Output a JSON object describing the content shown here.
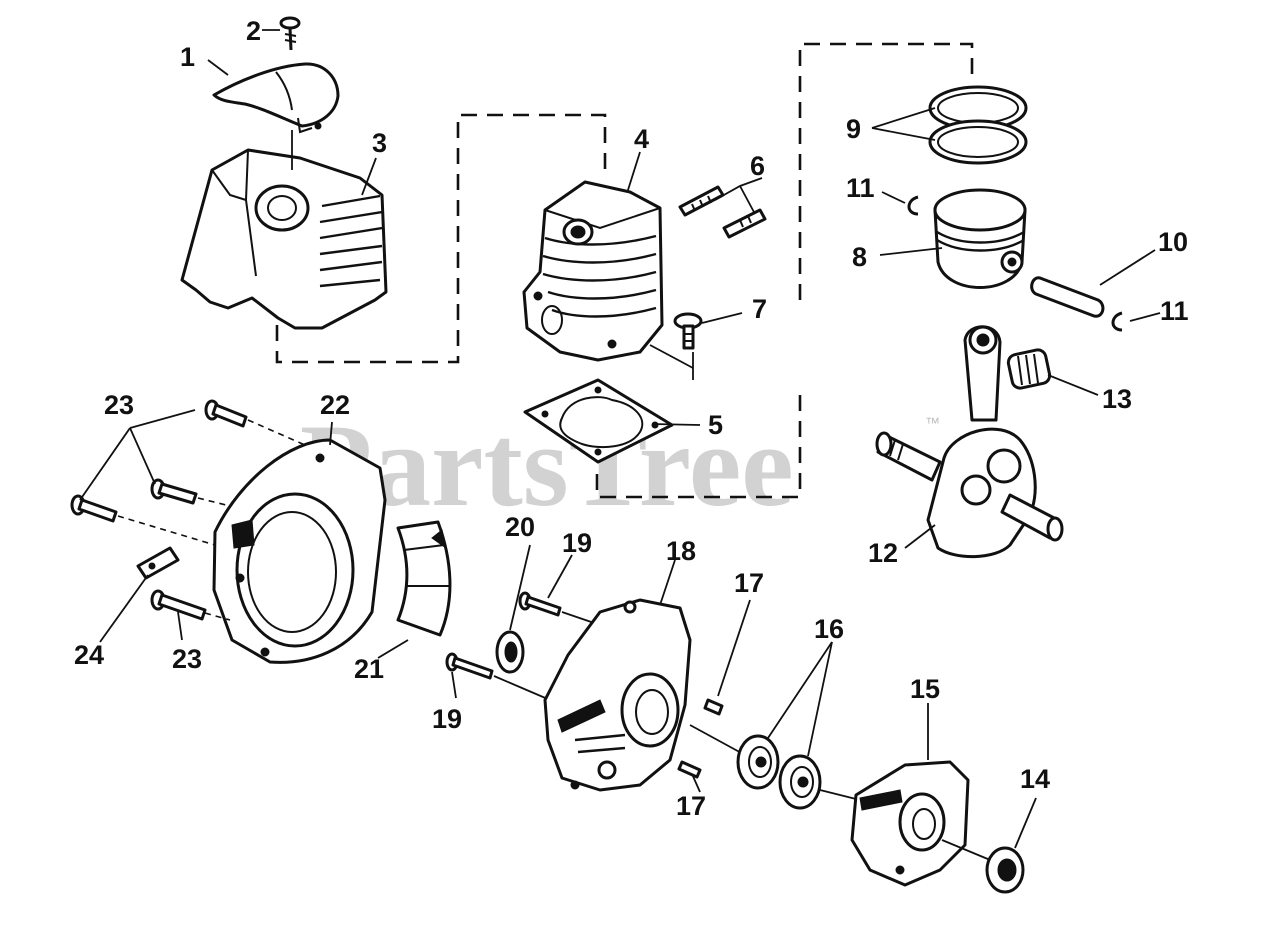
{
  "watermark": {
    "text": "PartsTree",
    "trademark": "™"
  },
  "callouts": [
    "1",
    "2",
    "3",
    "4",
    "5",
    "6",
    "7",
    "8",
    "9",
    "10",
    "11",
    "11",
    "12",
    "13",
    "14",
    "15",
    "16",
    "17",
    "17",
    "18",
    "19",
    "19",
    "20",
    "21",
    "22",
    "23",
    "23",
    "24"
  ]
}
